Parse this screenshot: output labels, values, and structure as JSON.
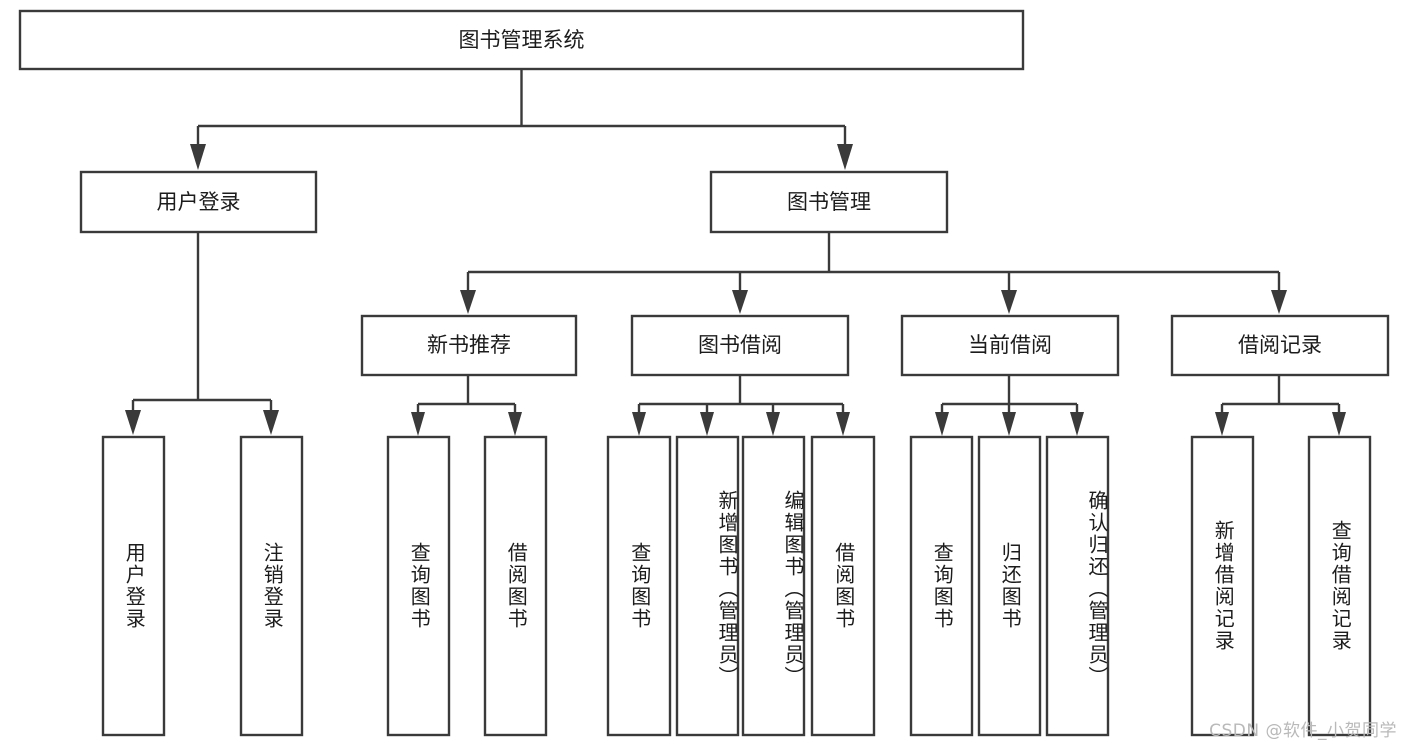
{
  "diagram": {
    "type": "tree-hierarchy-chart",
    "title": "图书管理系统",
    "root": {
      "id": "root",
      "label": "图书管理系统"
    },
    "level2": [
      {
        "id": "user-login",
        "label": "用户登录"
      },
      {
        "id": "book-management",
        "label": "图书管理"
      }
    ],
    "level3": [
      {
        "id": "new-book-recommend",
        "label": "新书推荐",
        "parent": "book-management"
      },
      {
        "id": "book-borrow",
        "label": "图书借阅",
        "parent": "book-management"
      },
      {
        "id": "current-borrow",
        "label": "当前借阅",
        "parent": "book-management"
      },
      {
        "id": "borrow-record",
        "label": "借阅记录",
        "parent": "book-management"
      }
    ],
    "leaves": [
      {
        "id": "leaf-user-login",
        "label": "用户登录",
        "parent": "user-login"
      },
      {
        "id": "leaf-logout-login",
        "label": "注销登录",
        "parent": "user-login"
      },
      {
        "id": "leaf-query-book-1",
        "label": "查询图书",
        "parent": "new-book-recommend"
      },
      {
        "id": "leaf-borrow-book-1",
        "label": "借阅图书",
        "parent": "new-book-recommend"
      },
      {
        "id": "leaf-query-book-2",
        "label": "查询图书",
        "parent": "book-borrow"
      },
      {
        "id": "leaf-add-book",
        "label": "新增图书（管理员）",
        "parent": "book-borrow"
      },
      {
        "id": "leaf-edit-book",
        "label": "编辑图书（管理员）",
        "parent": "book-borrow"
      },
      {
        "id": "leaf-borrow-book-2",
        "label": "借阅图书",
        "parent": "book-borrow"
      },
      {
        "id": "leaf-query-book-3",
        "label": "查询图书",
        "parent": "current-borrow"
      },
      {
        "id": "leaf-return-book",
        "label": "归还图书",
        "parent": "current-borrow"
      },
      {
        "id": "leaf-confirm-return",
        "label": "确认归还（管理员）",
        "parent": "current-borrow"
      },
      {
        "id": "leaf-add-record",
        "label": "新增借阅记录",
        "parent": "borrow-record"
      },
      {
        "id": "leaf-query-record",
        "label": "查询借阅记录",
        "parent": "borrow-record"
      }
    ],
    "colors": {
      "box_stroke": "#3a3a3a",
      "box_fill": "#ffffff",
      "text": "#1c1c1c",
      "background": "#ffffff",
      "watermark": "#b9b9b9"
    }
  },
  "watermark": {
    "text": "CSDN @软件_小贺同学"
  }
}
